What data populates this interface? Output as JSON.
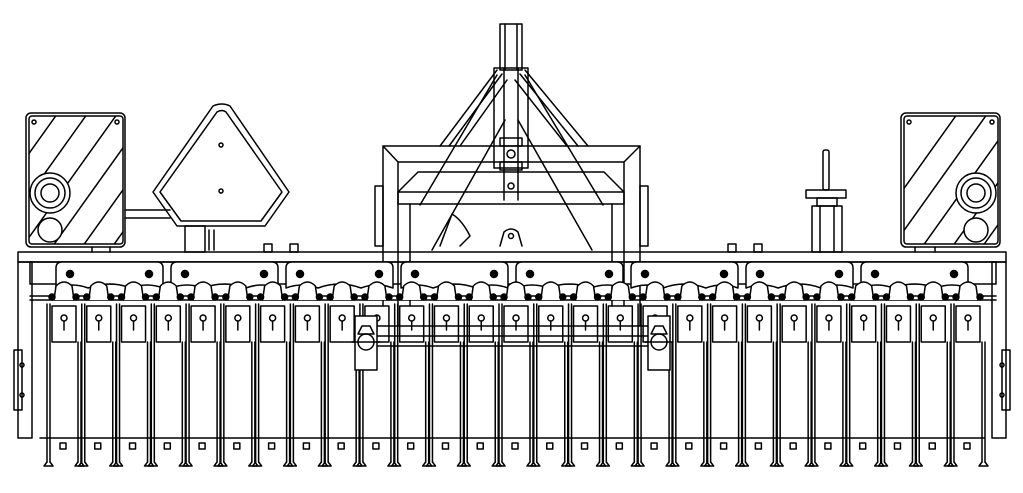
{
  "diagram": {
    "subject": "power-harrow-rear-view",
    "style": "black-and-white-line-drawing",
    "colors": {
      "line": "#000000",
      "background": "#ffffff"
    },
    "counts": {
      "tine_pairs": 27,
      "rotor_housings": 8,
      "warning_boards": 2,
      "rear_lights": 2,
      "slow_moving_vehicle_sign": 1,
      "depth_adjusters": 2,
      "parking_stand": 1
    }
  }
}
